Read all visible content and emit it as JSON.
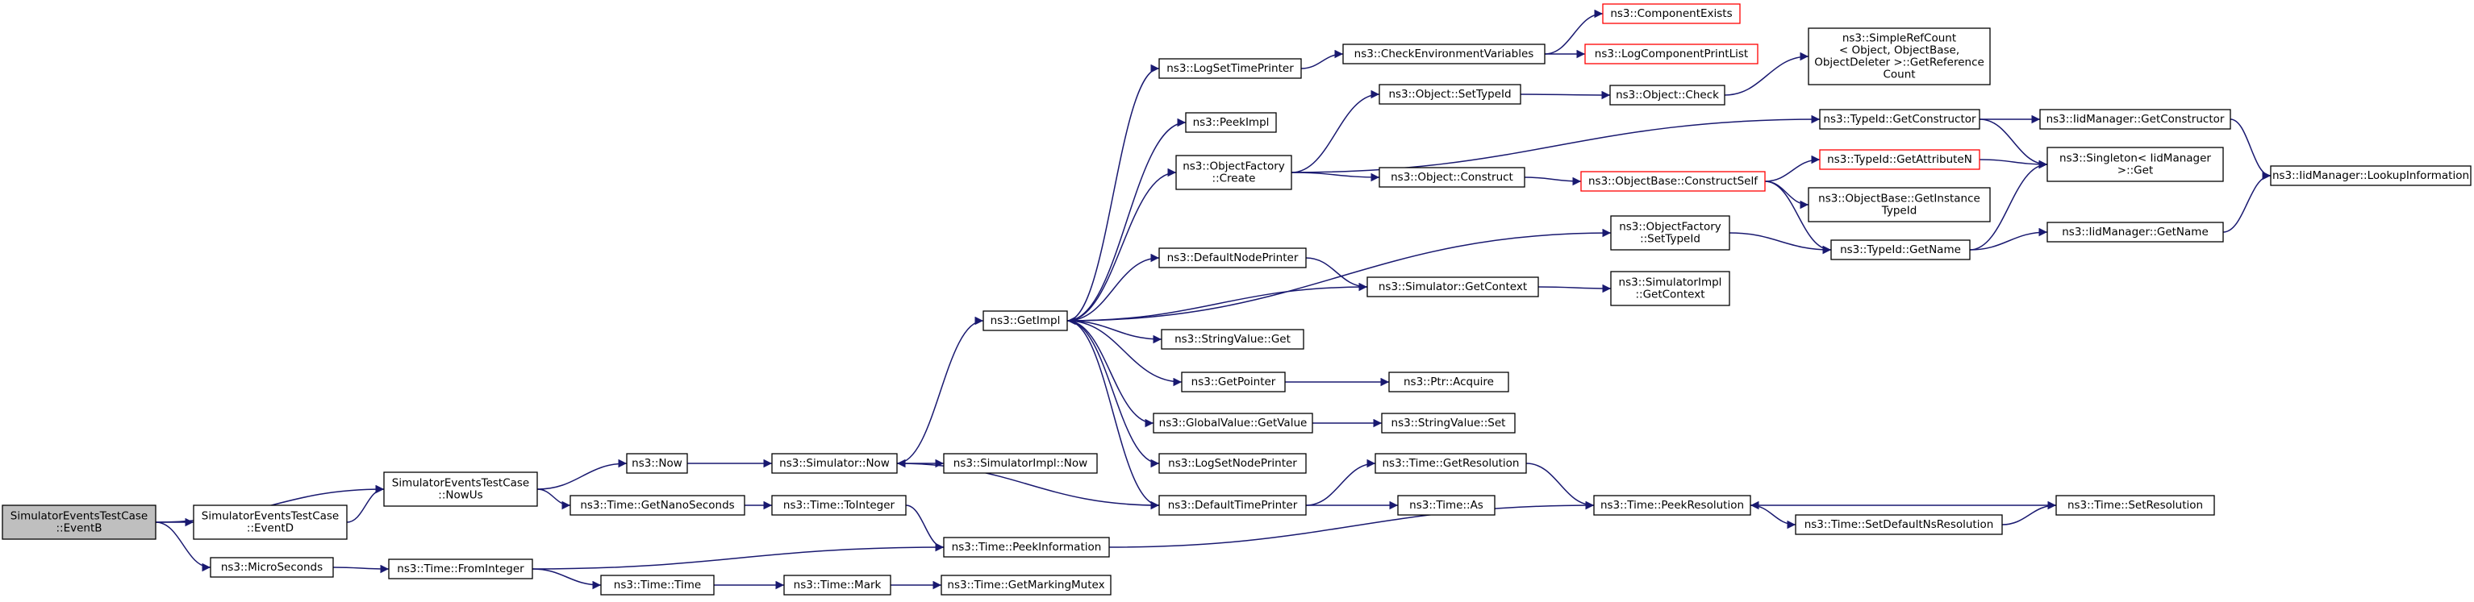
{
  "nodes": [
    {
      "id": "EventB",
      "lines": [
        "SimulatorEventsTestCase",
        "::EventB"
      ],
      "variant": "root"
    },
    {
      "id": "EventD",
      "lines": [
        "SimulatorEventsTestCase",
        "::EventD"
      ],
      "variant": "normal"
    },
    {
      "id": "NowUs",
      "lines": [
        "SimulatorEventsTestCase",
        "::NowUs"
      ],
      "variant": "normal"
    },
    {
      "id": "MicroSeconds",
      "lines": [
        "ns3::MicroSeconds"
      ],
      "variant": "normal"
    },
    {
      "id": "Now",
      "lines": [
        "ns3::Now"
      ],
      "variant": "normal"
    },
    {
      "id": "GetNanoSeconds",
      "lines": [
        "ns3::Time::GetNanoSeconds"
      ],
      "variant": "normal"
    },
    {
      "id": "FromInteger",
      "lines": [
        "ns3::Time::FromInteger"
      ],
      "variant": "normal"
    },
    {
      "id": "SimNow",
      "lines": [
        "ns3::Simulator::Now"
      ],
      "variant": "normal"
    },
    {
      "id": "ToInteger",
      "lines": [
        "ns3::Time::ToInteger"
      ],
      "variant": "normal"
    },
    {
      "id": "TimeTime",
      "lines": [
        "ns3::Time::Time"
      ],
      "variant": "normal"
    },
    {
      "id": "GetImpl",
      "lines": [
        "ns3::GetImpl"
      ],
      "variant": "normal"
    },
    {
      "id": "SimImplNow",
      "lines": [
        "ns3::SimulatorImpl::Now"
      ],
      "variant": "normal"
    },
    {
      "id": "PeekInformation",
      "lines": [
        "ns3::Time::PeekInformation"
      ],
      "variant": "normal"
    },
    {
      "id": "Mark",
      "lines": [
        "ns3::Time::Mark"
      ],
      "variant": "normal"
    },
    {
      "id": "LogSetTimePrinter",
      "lines": [
        "ns3::LogSetTimePrinter"
      ],
      "variant": "normal"
    },
    {
      "id": "PeekImpl",
      "lines": [
        "ns3::PeekImpl"
      ],
      "variant": "normal"
    },
    {
      "id": "OFCreate",
      "lines": [
        "ns3::ObjectFactory",
        "::Create"
      ],
      "variant": "normal"
    },
    {
      "id": "DefaultNodePrinter",
      "lines": [
        "ns3::DefaultNodePrinter"
      ],
      "variant": "normal"
    },
    {
      "id": "StringValueGet",
      "lines": [
        "ns3::StringValue::Get"
      ],
      "variant": "normal"
    },
    {
      "id": "GetPointer",
      "lines": [
        "ns3::GetPointer"
      ],
      "variant": "normal"
    },
    {
      "id": "GVGetValue",
      "lines": [
        "ns3::GlobalValue::GetValue"
      ],
      "variant": "normal"
    },
    {
      "id": "LogSetNodePrinter",
      "lines": [
        "ns3::LogSetNodePrinter"
      ],
      "variant": "normal"
    },
    {
      "id": "DefaultTimePrinter",
      "lines": [
        "ns3::DefaultTimePrinter"
      ],
      "variant": "normal"
    },
    {
      "id": "GetMarkingMutex",
      "lines": [
        "ns3::Time::GetMarkingMutex"
      ],
      "variant": "normal"
    },
    {
      "id": "CheckEnv",
      "lines": [
        "ns3::CheckEnvironmentVariables"
      ],
      "variant": "normal"
    },
    {
      "id": "ObjSetTypeId",
      "lines": [
        "ns3::Object::SetTypeId"
      ],
      "variant": "normal"
    },
    {
      "id": "ObjConstruct",
      "lines": [
        "ns3::Object::Construct"
      ],
      "variant": "normal"
    },
    {
      "id": "SimGetContext",
      "lines": [
        "ns3::Simulator::GetContext"
      ],
      "variant": "normal"
    },
    {
      "id": "PtrAcquire",
      "lines": [
        "ns3::Ptr::Acquire"
      ],
      "variant": "normal"
    },
    {
      "id": "StringValueSet",
      "lines": [
        "ns3::StringValue::Set"
      ],
      "variant": "normal"
    },
    {
      "id": "GetResolution",
      "lines": [
        "ns3::Time::GetResolution"
      ],
      "variant": "normal"
    },
    {
      "id": "TimeAs",
      "lines": [
        "ns3::Time::As"
      ],
      "variant": "normal"
    },
    {
      "id": "ComponentExists",
      "lines": [
        "ns3::ComponentExists"
      ],
      "variant": "red"
    },
    {
      "id": "LogComponentPrintList",
      "lines": [
        "ns3::LogComponentPrintList"
      ],
      "variant": "red"
    },
    {
      "id": "ObjCheck",
      "lines": [
        "ns3::Object::Check"
      ],
      "variant": "normal"
    },
    {
      "id": "ConstructSelf",
      "lines": [
        "ns3::ObjectBase::ConstructSelf"
      ],
      "variant": "red"
    },
    {
      "id": "OFSetTypeId",
      "lines": [
        "ns3::ObjectFactory",
        "::SetTypeId"
      ],
      "variant": "normal"
    },
    {
      "id": "SimImplGetContext",
      "lines": [
        "ns3::SimulatorImpl",
        "::GetContext"
      ],
      "variant": "normal"
    },
    {
      "id": "PeekResolution",
      "lines": [
        "ns3::Time::PeekResolution"
      ],
      "variant": "normal"
    },
    {
      "id": "SimpleRefCount",
      "lines": [
        "ns3::SimpleRefCount",
        "< Object, ObjectBase,",
        "ObjectDeleter >::GetReference",
        "Count"
      ],
      "variant": "normal"
    },
    {
      "id": "GetConstructor",
      "lines": [
        "ns3::TypeId::GetConstructor"
      ],
      "variant": "normal"
    },
    {
      "id": "GetAttributeN",
      "lines": [
        "ns3::TypeId::GetAttributeN"
      ],
      "variant": "red"
    },
    {
      "id": "GetInstanceTypeId",
      "lines": [
        "ns3::ObjectBase::GetInstance",
        "TypeId"
      ],
      "variant": "normal"
    },
    {
      "id": "TypeIdGetName",
      "lines": [
        "ns3::TypeId::GetName"
      ],
      "variant": "normal"
    },
    {
      "id": "SetDefaultNsResolution",
      "lines": [
        "ns3::Time::SetDefaultNsResolution"
      ],
      "variant": "normal"
    },
    {
      "id": "IidGetConstructor",
      "lines": [
        "ns3::IidManager::GetConstructor"
      ],
      "variant": "normal"
    },
    {
      "id": "SingletonGet",
      "lines": [
        "ns3::Singleton< IidManager",
        ">::Get"
      ],
      "variant": "normal"
    },
    {
      "id": "IidGetName",
      "lines": [
        "ns3::IidManager::GetName"
      ],
      "variant": "normal"
    },
    {
      "id": "SetResolution",
      "lines": [
        "ns3::Time::SetResolution"
      ],
      "variant": "normal"
    },
    {
      "id": "LookupInformation",
      "lines": [
        "ns3::IidManager::LookupInformation"
      ],
      "variant": "normal"
    }
  ],
  "edges": [
    [
      "EventB",
      "NowUs"
    ],
    [
      "EventB",
      "EventD"
    ],
    [
      "EventB",
      "MicroSeconds"
    ],
    [
      "EventD",
      "NowUs"
    ],
    [
      "NowUs",
      "Now"
    ],
    [
      "NowUs",
      "GetNanoSeconds"
    ],
    [
      "Now",
      "SimNow"
    ],
    [
      "GetNanoSeconds",
      "ToInteger"
    ],
    [
      "MicroSeconds",
      "FromInteger"
    ],
    [
      "FromInteger",
      "PeekInformation"
    ],
    [
      "FromInteger",
      "TimeTime"
    ],
    [
      "ToInteger",
      "PeekInformation"
    ],
    [
      "TimeTime",
      "Mark"
    ],
    [
      "Mark",
      "GetMarkingMutex"
    ],
    [
      "SimNow",
      "GetImpl"
    ],
    [
      "SimNow",
      "SimImplNow"
    ],
    [
      "GetImpl",
      "LogSetTimePrinter"
    ],
    [
      "GetImpl",
      "PeekImpl"
    ],
    [
      "GetImpl",
      "OFCreate"
    ],
    [
      "GetImpl",
      "OFSetTypeId"
    ],
    [
      "GetImpl",
      "DefaultNodePrinter"
    ],
    [
      "GetImpl",
      "StringValueGet"
    ],
    [
      "GetImpl",
      "GetPointer"
    ],
    [
      "GetImpl",
      "GVGetValue"
    ],
    [
      "GetImpl",
      "LogSetNodePrinter"
    ],
    [
      "GetImpl",
      "DefaultTimePrinter"
    ],
    [
      "LogSetTimePrinter",
      "CheckEnv"
    ],
    [
      "CheckEnv",
      "ComponentExists"
    ],
    [
      "CheckEnv",
      "LogComponentPrintList"
    ],
    [
      "OFCreate",
      "ObjSetTypeId"
    ],
    [
      "OFCreate",
      "GetConstructor"
    ],
    [
      "OFCreate",
      "ObjConstruct"
    ],
    [
      "ObjSetTypeId",
      "ObjCheck"
    ],
    [
      "ObjCheck",
      "SimpleRefCount"
    ],
    [
      "ObjConstruct",
      "ConstructSelf"
    ],
    [
      "ConstructSelf",
      "GetAttributeN"
    ],
    [
      "ConstructSelf",
      "GetInstanceTypeId"
    ],
    [
      "ConstructSelf",
      "TypeIdGetName"
    ],
    [
      "GetConstructor",
      "IidGetConstructor"
    ],
    [
      "GetConstructor",
      "SingletonGet"
    ],
    [
      "GetAttributeN",
      "SingletonGet"
    ],
    [
      "IidGetConstructor",
      "LookupInformation"
    ],
    [
      "OFSetTypeId",
      "TypeIdGetName"
    ],
    [
      "TypeIdGetName",
      "SingletonGet"
    ],
    [
      "TypeIdGetName",
      "IidGetName"
    ],
    [
      "IidGetName",
      "LookupInformation"
    ],
    [
      "DefaultNodePrinter",
      "SimGetContext"
    ],
    [
      "SimGetContext",
      "GetImpl"
    ],
    [
      "SimGetContext",
      "SimImplGetContext"
    ],
    [
      "GetPointer",
      "PtrAcquire"
    ],
    [
      "GVGetValue",
      "StringValueSet"
    ],
    [
      "DefaultTimePrinter",
      "SimNow"
    ],
    [
      "DefaultTimePrinter",
      "GetResolution"
    ],
    [
      "DefaultTimePrinter",
      "TimeAs"
    ],
    [
      "GetResolution",
      "PeekResolution"
    ],
    [
      "PeekInformation",
      "PeekResolution"
    ],
    [
      "PeekResolution",
      "SetDefaultNsResolution"
    ],
    [
      "SetDefaultNsResolution",
      "SetResolution"
    ],
    [
      "SetResolution",
      "PeekResolution"
    ]
  ]
}
